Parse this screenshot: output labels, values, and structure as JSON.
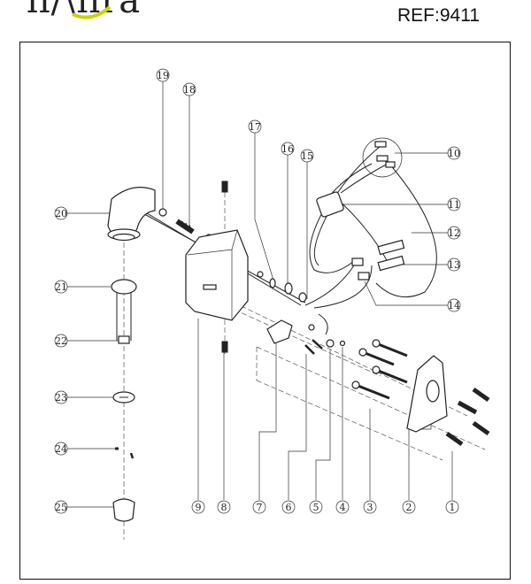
{
  "brand": {
    "logo_text": "ıı/\\ııra"
  },
  "header": {
    "ref_label": "REF:9411"
  },
  "callouts": [
    "1",
    "2",
    "3",
    "4",
    "5",
    "6",
    "7",
    "8",
    "9",
    "10",
    "11",
    "12",
    "13",
    "14",
    "15",
    "16",
    "17",
    "18",
    "19",
    "20",
    "21",
    "22",
    "23",
    "24",
    "25"
  ]
}
